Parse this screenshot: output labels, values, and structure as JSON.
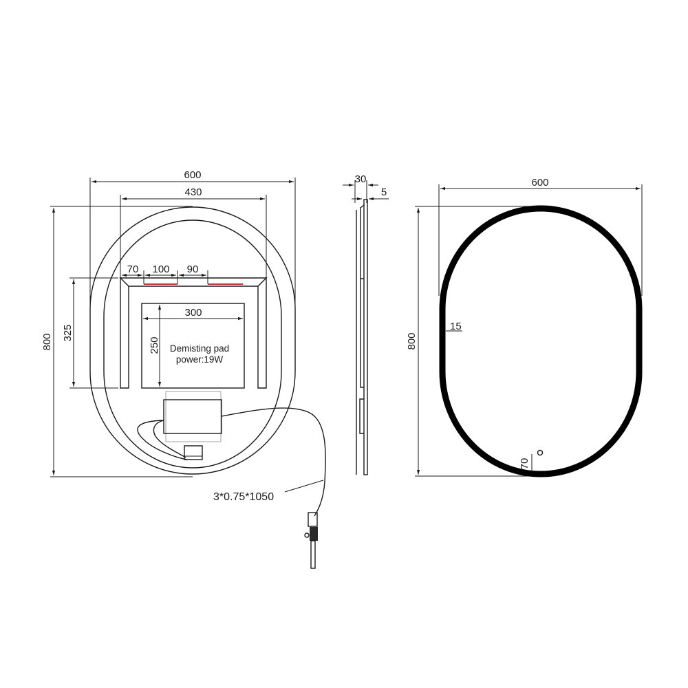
{
  "front_view": {
    "dim_width": "600",
    "dim_inner_width": "430",
    "dim_height": "800",
    "dim_led_height": "325",
    "dim_led_offset": "70",
    "dim_led_segment_1": "100",
    "dim_led_segment_2": "90",
    "pad_width": "300",
    "pad_height": "250",
    "pad_label_line1": "Demisting pad",
    "pad_label_line2": "power:19W",
    "cable_spec": "3*0.75*1050"
  },
  "side_view": {
    "dim_depth": "30",
    "dim_glass": "5"
  },
  "rear_view": {
    "dim_width": "600",
    "dim_height": "800",
    "dim_frame": "15",
    "dim_switch_offset": "70"
  },
  "colors": {
    "line": "#1a1a1a",
    "led_strip": "#e03030",
    "driver_outline": "#b0b0b0"
  }
}
